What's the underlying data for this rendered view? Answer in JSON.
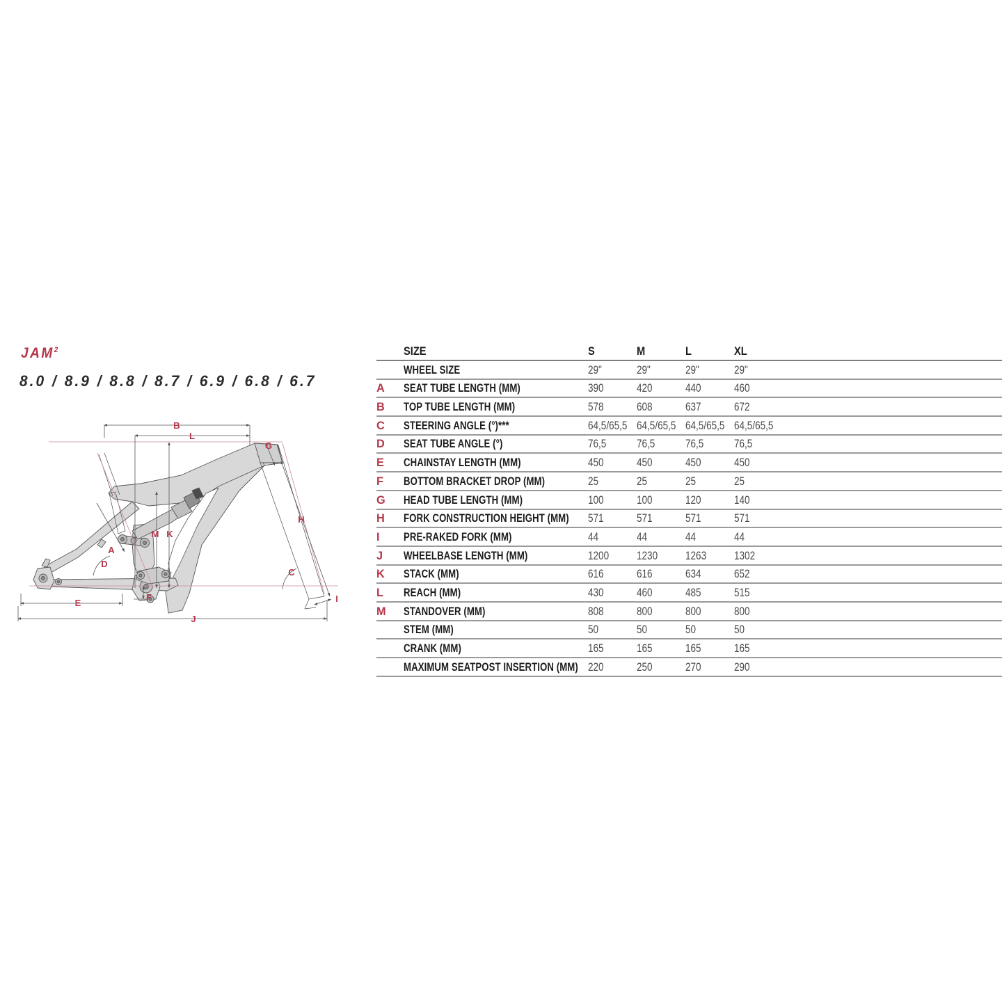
{
  "model": {
    "name": "JAM",
    "superscript": "2",
    "variants": "8.0 / 8.9 / 8.8 / 8.7 / 6.9 / 6.8 / 6.7"
  },
  "colors": {
    "accent_red": "#b5384a",
    "rule_grey": "#9a9a9a",
    "frame_fill": "#d9d9d9",
    "frame_stroke": "#555555",
    "value_grey": "#4a4a4a"
  },
  "diagram": {
    "name": "bike-frame-geometry-diagram",
    "dimension_labels": [
      "A",
      "B",
      "C",
      "D",
      "E",
      "F",
      "G",
      "H",
      "I",
      "J",
      "K",
      "L",
      "M"
    ]
  },
  "table": {
    "header": {
      "letter": "",
      "label": "SIZE",
      "sizes": [
        "S",
        "M",
        "L",
        "XL"
      ]
    },
    "rows": [
      {
        "letter": "",
        "label": "WHEEL SIZE",
        "values": [
          "29\"",
          "29\"",
          "29\"",
          "29\""
        ]
      },
      {
        "letter": "A",
        "label": "SEAT TUBE LENGTH (MM)",
        "values": [
          "390",
          "420",
          "440",
          "460"
        ]
      },
      {
        "letter": "B",
        "label": "TOP TUBE LENGTH (MM)",
        "values": [
          "578",
          "608",
          "637",
          "672"
        ]
      },
      {
        "letter": "C",
        "label": "STEERING ANGLE (°)***",
        "values": [
          "64,5/65,5",
          "64,5/65,5",
          "64,5/65,5",
          "64,5/65,5"
        ]
      },
      {
        "letter": "D",
        "label": "SEAT TUBE ANGLE (°)",
        "values": [
          "76,5",
          "76,5",
          "76,5",
          "76,5"
        ]
      },
      {
        "letter": "E",
        "label": "CHAINSTAY LENGTH (MM)",
        "values": [
          "450",
          "450",
          "450",
          "450"
        ]
      },
      {
        "letter": "F",
        "label": "BOTTOM BRACKET DROP (MM)",
        "values": [
          "25",
          "25",
          "25",
          "25"
        ]
      },
      {
        "letter": "G",
        "label": "HEAD TUBE LENGTH (MM)",
        "values": [
          "100",
          "100",
          "120",
          "140"
        ]
      },
      {
        "letter": "H",
        "label": "FORK CONSTRUCTION HEIGHT (MM)",
        "values": [
          "571",
          "571",
          "571",
          "571"
        ]
      },
      {
        "letter": "I",
        "label": "PRE-RAKED FORK (MM)",
        "values": [
          "44",
          "44",
          "44",
          "44"
        ]
      },
      {
        "letter": "J",
        "label": "WHEELBASE LENGTH (MM)",
        "values": [
          "1200",
          "1230",
          "1263",
          "1302"
        ]
      },
      {
        "letter": "K",
        "label": "STACK (MM)",
        "values": [
          "616",
          "616",
          "634",
          "652"
        ]
      },
      {
        "letter": "L",
        "label": "REACH (MM)",
        "values": [
          "430",
          "460",
          "485",
          "515"
        ]
      },
      {
        "letter": "M",
        "label": "STANDOVER (MM)",
        "values": [
          "808",
          "800",
          "800",
          "800"
        ]
      },
      {
        "letter": "",
        "label": "STEM (MM)",
        "values": [
          "50",
          "50",
          "50",
          "50"
        ]
      },
      {
        "letter": "",
        "label": "CRANK (MM)",
        "values": [
          "165",
          "165",
          "165",
          "165"
        ]
      },
      {
        "letter": "",
        "label": "MAXIMUM SEATPOST INSERTION (MM)",
        "values": [
          "220",
          "250",
          "270",
          "290"
        ]
      }
    ]
  }
}
